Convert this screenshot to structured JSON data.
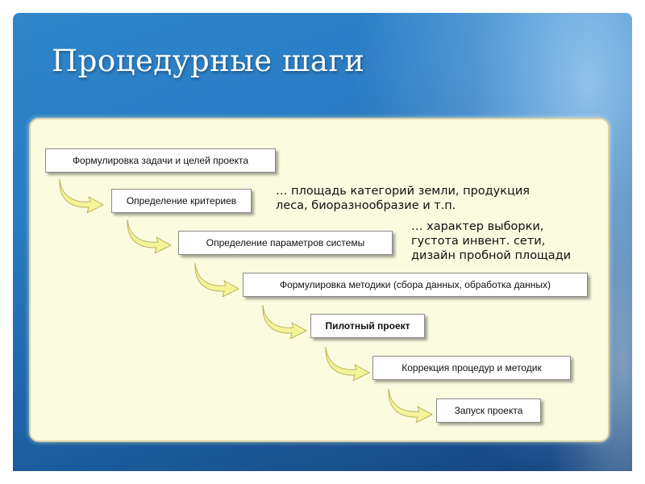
{
  "title": "Процедурные шаги",
  "steps": [
    {
      "label": "Формулировка задачи и целей проекта"
    },
    {
      "label": "Определение критериев"
    },
    {
      "label": "Определение параметров системы"
    },
    {
      "label": "Формулировка методики (сбора данных, обработка данных)"
    },
    {
      "label": "Пилотный проект"
    },
    {
      "label": "Коррекция процедур и методик"
    },
    {
      "label": "Запуск проекта"
    }
  ],
  "notes": [
    {
      "text": "… площадь категорий земли, продукция\nлеса, биоразнообразие и т.п."
    },
    {
      "text": "… характер выборки,\nгустота инвент. сети,\nдизайн пробной площади"
    }
  ],
  "colors": {
    "arrow_fill": "#f5f39a",
    "panel": "#fbfbe0",
    "background": "#2a7cc4"
  }
}
